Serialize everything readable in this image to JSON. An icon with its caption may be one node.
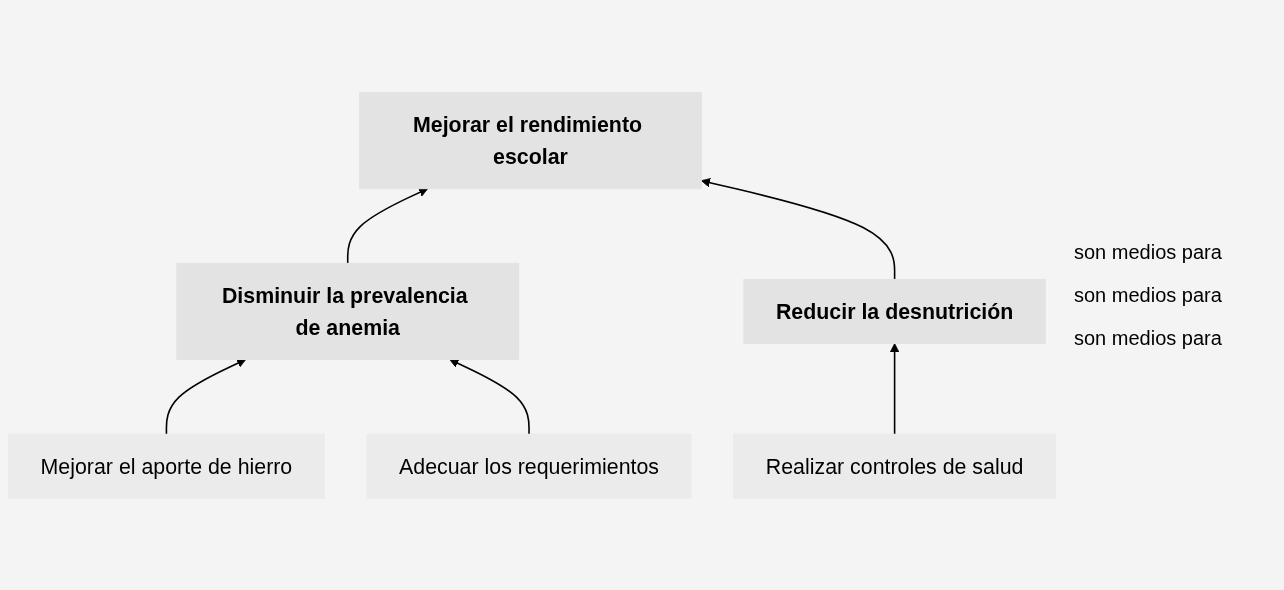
{
  "diagram": {
    "nodes": [
      {
        "text": [
          "Mejorar el rendimiento escolar"
        ]
      },
      {
        "text": [
          "Disminuir la prevalencia de anemia"
        ]
      },
      {
        "text": [
          "Reducir la desnutrición"
        ]
      },
      {
        "text": [
          "Mejorar el aporte de hierro"
        ]
      },
      {
        "text": [
          "Adecuar los requerimientos"
        ]
      },
      {
        "text": [
          "Realizar controles de salud"
        ]
      }
    ],
    "edges": [
      {
        "from": 1,
        "to": 0,
        "arrow": "to"
      },
      {
        "from": 2,
        "to": 0,
        "arrow": "to"
      },
      {
        "from": 3,
        "to": 1,
        "arrow": "to"
      },
      {
        "from": 4,
        "to": 1,
        "arrow": "to"
      },
      {
        "from": 5,
        "to": 2,
        "arrow": "to"
      }
    ],
    "labels": [
      "son medios para",
      "son medios para",
      "son medios para"
    ]
  }
}
